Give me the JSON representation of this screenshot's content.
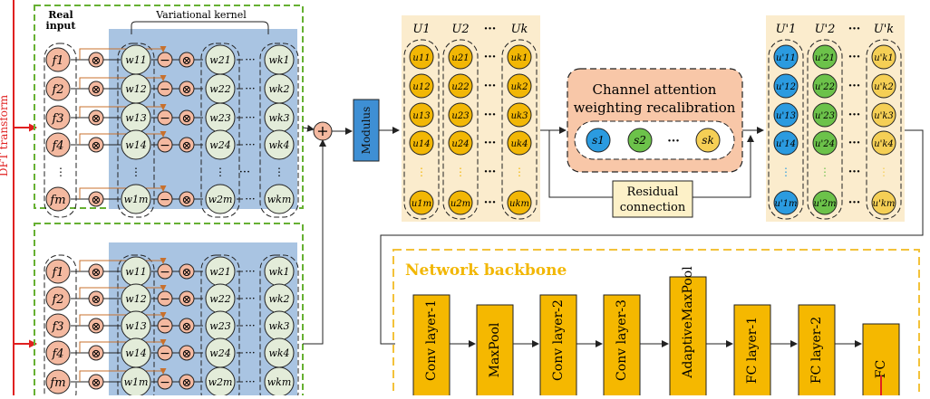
{
  "left_panel": {
    "side_label": "DFT transform",
    "real_input_label": "Real input",
    "kernel_label": "Variational kernel",
    "inputs": [
      "f1",
      "f2",
      "f3",
      "f4",
      "fm"
    ],
    "w1": [
      "w11",
      "w12",
      "w13",
      "w14",
      "w1m"
    ],
    "w2": [
      "w21",
      "w22",
      "w23",
      "w24",
      "w2m"
    ],
    "wk": [
      "wk1",
      "wk2",
      "wk3",
      "wk4",
      "wkm"
    ],
    "ops": {
      "multiply": "⊗",
      "minus": "−",
      "plus": "+"
    },
    "ellipsis_h": "···",
    "ellipsis_v": "⋮"
  },
  "modulus_label": "Modulus",
  "u_block": {
    "headers": [
      "U1",
      "U2",
      "Uk"
    ],
    "col1": [
      "u11",
      "u12",
      "u13",
      "u14",
      "u1m"
    ],
    "col2": [
      "u21",
      "u22",
      "u23",
      "u24",
      "u2m"
    ],
    "colk": [
      "uk1",
      "uk2",
      "uk3",
      "uk4",
      "ukm"
    ]
  },
  "attention": {
    "title_line1": "Channel attention",
    "title_line2": "weighting recalibration",
    "s": [
      "s1",
      "s2",
      "sk"
    ]
  },
  "residual": {
    "line1": "Residual",
    "line2": "connection"
  },
  "u_prime_block": {
    "headers": [
      "U'1",
      "U'2",
      "U'k"
    ],
    "col1": [
      "u'11",
      "u'12",
      "u'13",
      "u'14",
      "u'1m"
    ],
    "col2": [
      "u'21",
      "u'22",
      "u'23",
      "u'24",
      "u'2m"
    ],
    "colk": [
      "u'k1",
      "u'k2",
      "u'k3",
      "u'k4",
      "u'km"
    ]
  },
  "backbone": {
    "title": "Network backbone",
    "layers": [
      "Conv layer-1",
      "MaxPool",
      "Conv layer-2",
      "Conv layer-3",
      "AdaptiveMaxPool",
      "FC layer-1",
      "FC layer-2",
      "FC"
    ]
  },
  "colors": {
    "green_dash": "#66b032",
    "blue_band": "#a9c4e2",
    "pink_node": "#f4b9a0",
    "gray_node": "#e3ecd9",
    "orange_node": "#f2b705",
    "beige_bg": "#fbeccd",
    "blue_box": "#3e8fd4",
    "red": "#e02020",
    "attention_bg": "#f8c7a8",
    "layer_fill": "#f5b800",
    "backbone_dash": "#f3c23a",
    "s1_blue": "#2b9be0",
    "s2_green": "#6cc24a",
    "sk_yellow": "#f5cf55"
  }
}
